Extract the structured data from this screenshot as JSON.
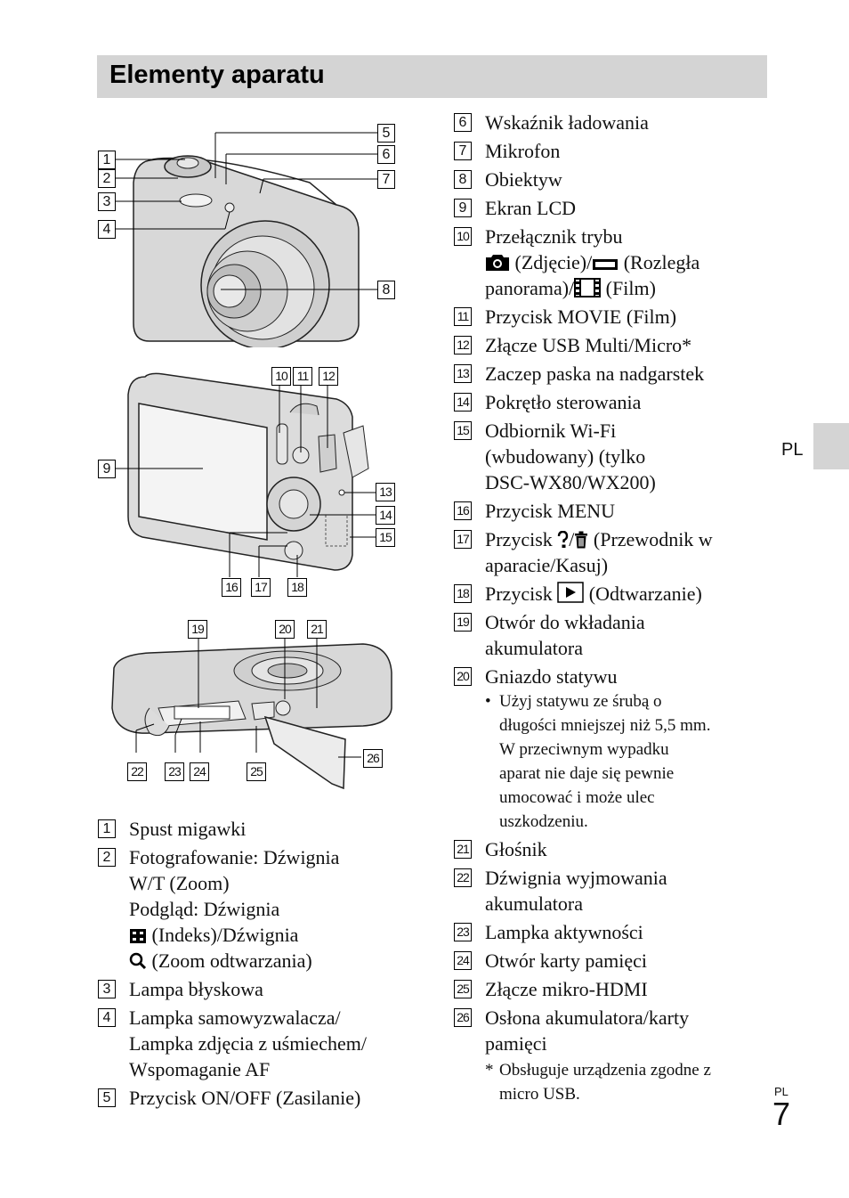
{
  "header": {
    "title": "Elementy aparatu"
  },
  "side_tab": {
    "label": "PL"
  },
  "page": {
    "lang": "PL",
    "number": "7"
  },
  "callouts": [
    "1",
    "2",
    "3",
    "4",
    "5",
    "6",
    "7",
    "8",
    "9",
    "10",
    "11",
    "12",
    "13",
    "14",
    "15",
    "16",
    "17",
    "18",
    "19",
    "20",
    "21",
    "22",
    "23",
    "24",
    "25",
    "26"
  ],
  "left_list": [
    {
      "num": "1",
      "lines": [
        "Spust migawki"
      ]
    },
    {
      "num": "2",
      "lines": [
        "Fotografowanie: Dźwignia",
        "W/T (Zoom)",
        "Podgląd: Dźwignia",
        "(Indeks)/Dźwignia",
        "(Zoom odtwarzania)"
      ]
    },
    {
      "num": "3",
      "lines": [
        "Lampa błyskowa"
      ]
    },
    {
      "num": "4",
      "lines": [
        "Lampka samowyzwalacza/",
        "Lampka zdjęcia z uśmiechem/",
        "Wspomaganie AF"
      ]
    },
    {
      "num": "5",
      "lines": [
        "Przycisk ON/OFF (Zasilanie)"
      ]
    }
  ],
  "right_list": [
    {
      "num": "6",
      "lines": [
        "Wskaźnik ładowania"
      ]
    },
    {
      "num": "7",
      "lines": [
        "Mikrofon"
      ]
    },
    {
      "num": "8",
      "lines": [
        "Obiektyw"
      ]
    },
    {
      "num": "9",
      "lines": [
        "Ekran LCD"
      ]
    },
    {
      "num": "10",
      "lines": [
        "Przełącznik trybu",
        "(Zdjęcie)/",
        "(Rozległa",
        "panorama)/",
        "(Film)"
      ]
    },
    {
      "num": "11",
      "lines": [
        "Przycisk MOVIE (Film)"
      ]
    },
    {
      "num": "12",
      "lines": [
        "Złącze USB Multi/Micro*"
      ]
    },
    {
      "num": "13",
      "lines": [
        "Zaczep paska na nadgarstek"
      ]
    },
    {
      "num": "14",
      "lines": [
        "Pokrętło sterowania"
      ]
    },
    {
      "num": "15",
      "lines": [
        "Odbiornik Wi-Fi",
        "(wbudowany) (tylko",
        "DSC-WX80/WX200)"
      ]
    },
    {
      "num": "16",
      "lines": [
        "Przycisk MENU"
      ]
    },
    {
      "num": "17",
      "lines": [
        "Przycisk",
        "(Przewodnik w",
        "aparacie/Kasuj)"
      ]
    },
    {
      "num": "18",
      "lines": [
        "Przycisk",
        "(Odtwarzanie)"
      ]
    },
    {
      "num": "19",
      "lines": [
        "Otwór do wkładania",
        "akumulatora"
      ]
    },
    {
      "num": "20",
      "lines": [
        "Gniazdo statywu"
      ],
      "bullets": [
        "Użyj statywu ze śrubą o",
        "długości mniejszej niż 5,5 mm.",
        "W przeciwnym wypadku",
        "aparat nie daje się pewnie",
        "umocować i może ulec",
        "uszkodzeniu."
      ]
    },
    {
      "num": "21",
      "lines": [
        "Głośnik"
      ]
    },
    {
      "num": "22",
      "lines": [
        "Dźwignia wyjmowania",
        "akumulatora"
      ]
    },
    {
      "num": "23",
      "lines": [
        "Lampka aktywności"
      ]
    },
    {
      "num": "24",
      "lines": [
        "Otwór karty pamięci"
      ]
    },
    {
      "num": "25",
      "lines": [
        "Złącze mikro-HDMI"
      ]
    },
    {
      "num": "26",
      "lines": [
        "Osłona akumulatora/karty",
        "pamięci"
      ]
    }
  ],
  "footnote": {
    "star": "*",
    "lines": [
      "Obsługuje urządzenia zgodne z",
      "micro USB."
    ]
  },
  "bullet_symbol": "•"
}
